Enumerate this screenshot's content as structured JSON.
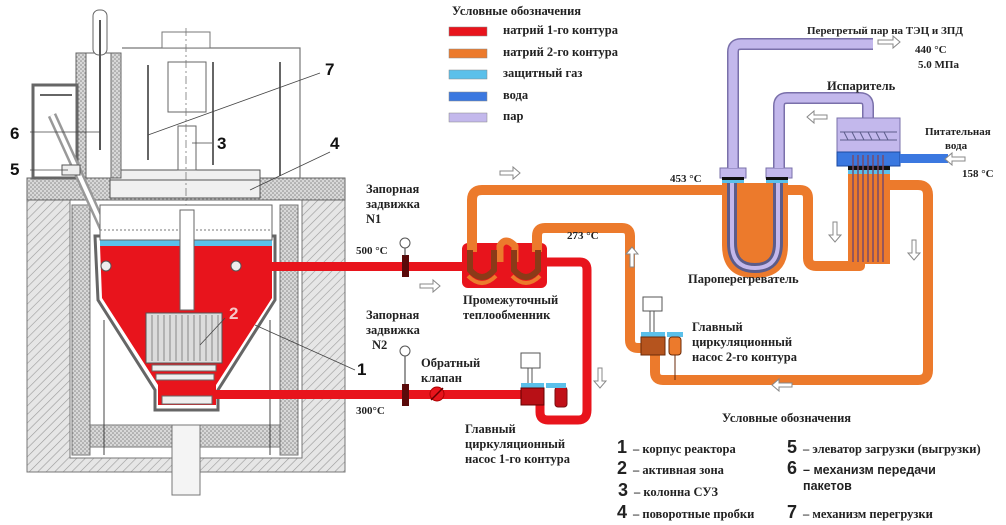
{
  "diagram": {
    "top_legend": {
      "title": "Условные обозначения",
      "items": [
        {
          "label": "натрий 1-го контура",
          "color": "#e8141c"
        },
        {
          "label": "натрий 2-го контура",
          "color": "#ec7a2c"
        },
        {
          "label": "защитный газ",
          "color": "#5bc0ea"
        },
        {
          "label": "вода",
          "color": "#3b78e0"
        },
        {
          "label": "пар",
          "color": "#c3b8ec"
        }
      ]
    },
    "reactor_numbers": [
      "1",
      "2",
      "3",
      "4",
      "5",
      "6",
      "7"
    ],
    "labels": {
      "valve1": [
        "Запорная",
        "задвижка",
        "N1"
      ],
      "valve2": [
        "Запорная",
        "задвижка",
        "N2"
      ],
      "temp_500": "500 °C",
      "temp_300": "300°C",
      "temp_273": "273 °C",
      "temp_453": "453 °C",
      "temp_440": "440 °C",
      "pressure": "5.0 МПа",
      "temp_158": "158 °C",
      "check_valve": [
        "Обратный",
        "клапан"
      ],
      "ihx": [
        "Промежуточный",
        "теплообменник"
      ],
      "pump1": [
        "Главный",
        "циркуляционный",
        "насос 1-го контура"
      ],
      "pump2": [
        "Главный",
        "циркуляционный",
        "насос  2-го контура"
      ],
      "superheater": "Пароперегреватель",
      "evaporator": "Испаритель",
      "feedwater": [
        "Питательная",
        "вода"
      ],
      "steam_out": "Перегретый пар на ТЭЦ и ЗПД"
    },
    "bottom_legend": {
      "title": "Условные обозначения",
      "items": [
        {
          "num": "1",
          "text": "–  корпус реактора"
        },
        {
          "num": "2",
          "text": "– активная зона"
        },
        {
          "num": "3",
          "text": "– колонна СУЗ"
        },
        {
          "num": "4",
          "text": "– поворотные пробки"
        },
        {
          "num": "5",
          "text": "– элеватор загрузки (выгрузки)"
        },
        {
          "num": "6",
          "text": "– механизм передачи пакетов"
        },
        {
          "num": "7",
          "text": "–  механизм перегрузки"
        }
      ]
    },
    "colors": {
      "sodium1": "#e8141c",
      "sodium2": "#ec7a2c",
      "gas": "#5bc0ea",
      "water": "#3b78e0",
      "steam": "#c3b8ec"
    }
  }
}
